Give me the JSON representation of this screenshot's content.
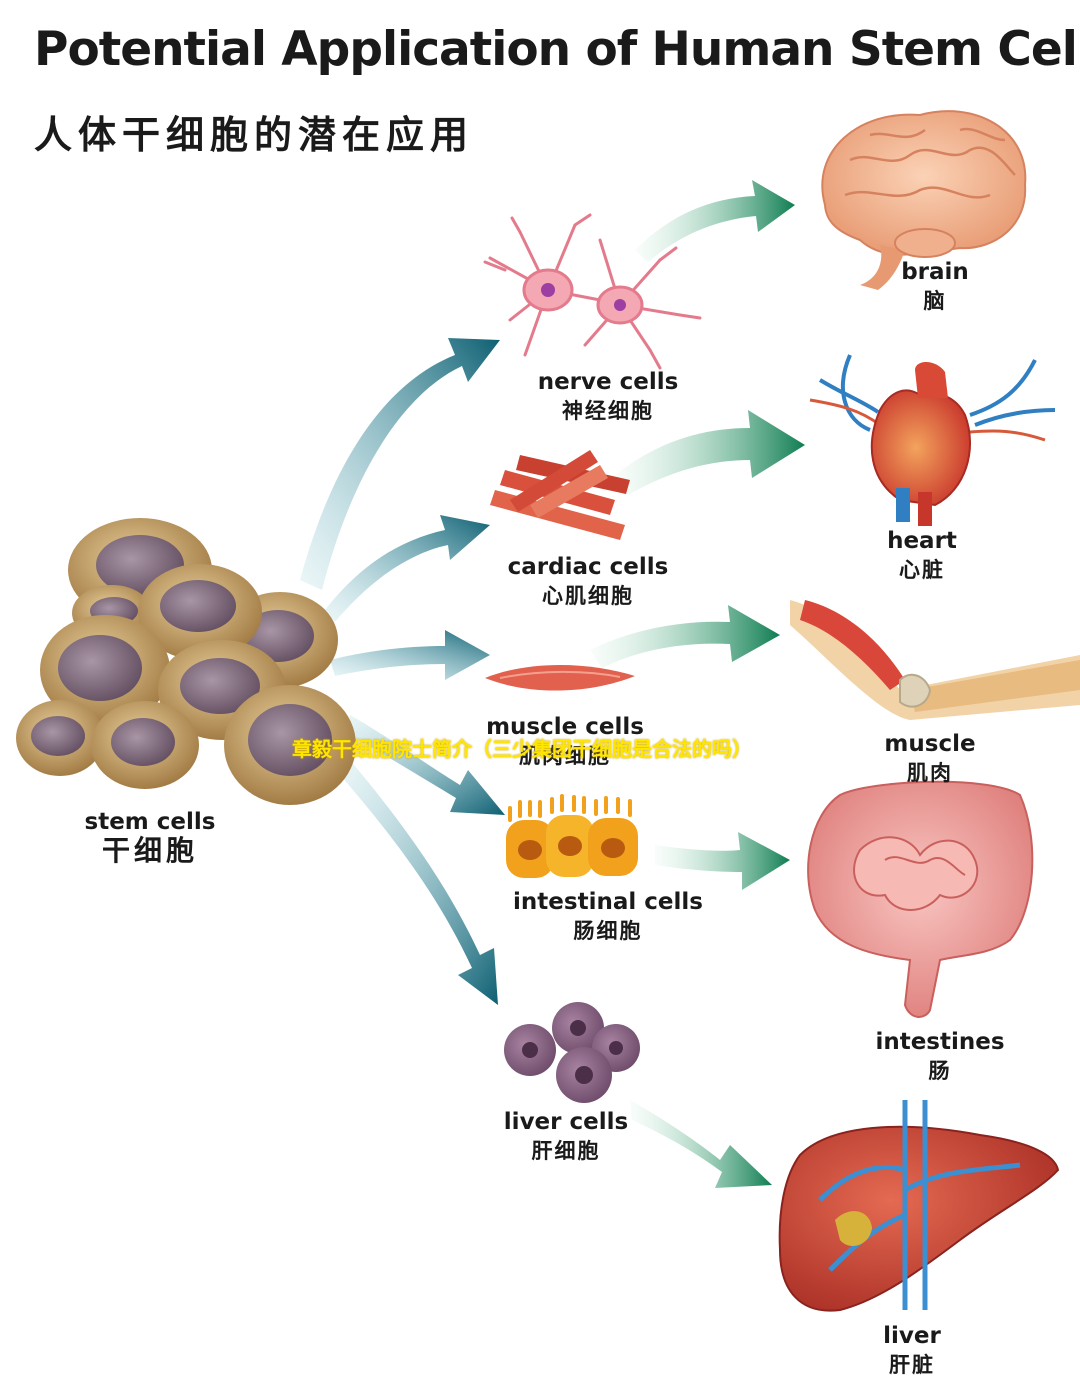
{
  "title": "Potential Application of Human Stem Cells",
  "subtitle": "人体干细胞的潜在应用",
  "overlay_caption": "章毅干细胞院士简介（三少集团干细胞是合法的吗）",
  "source": {
    "en": "stem cells",
    "zh": "干细胞"
  },
  "cells": [
    {
      "en": "nerve cells",
      "zh": "神经细胞"
    },
    {
      "en": "cardiac cells",
      "zh": "心肌细胞"
    },
    {
      "en": "muscle cells",
      "zh": "肌肉细胞"
    },
    {
      "en": "intestinal cells",
      "zh": "肠细胞"
    },
    {
      "en": "liver cells",
      "zh": "肝细胞"
    }
  ],
  "organs": [
    {
      "en": "brain",
      "zh": "脑"
    },
    {
      "en": "heart",
      "zh": "心脏"
    },
    {
      "en": "muscle",
      "zh": "肌肉"
    },
    {
      "en": "intestines",
      "zh": "肠"
    },
    {
      "en": "liver",
      "zh": "肝脏"
    }
  ],
  "colors": {
    "arrow_teal": "#0f6a7c",
    "arrow_green": "#138a5a",
    "stem_cell": "#c9a36a",
    "nucleus": "#7d6678"
  }
}
